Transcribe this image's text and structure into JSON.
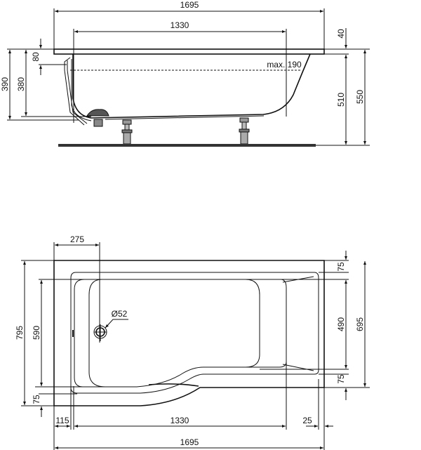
{
  "side_view": {
    "overall_length": "1695",
    "inner_length": "1330",
    "rim_thickness": "40",
    "overflow_height": "80",
    "height_390": "390",
    "height_380": "380",
    "water_level": "max. 190",
    "depth_510": "510",
    "height_550": "550"
  },
  "plan_view": {
    "drain_offset": "275",
    "drain_diameter": "Ø52",
    "overall_width": "795",
    "inner_width_590": "590",
    "rim_bottom_75": "75",
    "rim_top_75": "75",
    "inner_width_490": "490",
    "rim_right_75": "75",
    "width_695": "695",
    "left_rim_115": "115",
    "inner_length": "1330",
    "right_rim_25": "25",
    "overall_length": "1695"
  },
  "colors": {
    "line": "#111111",
    "background": "#ffffff"
  }
}
